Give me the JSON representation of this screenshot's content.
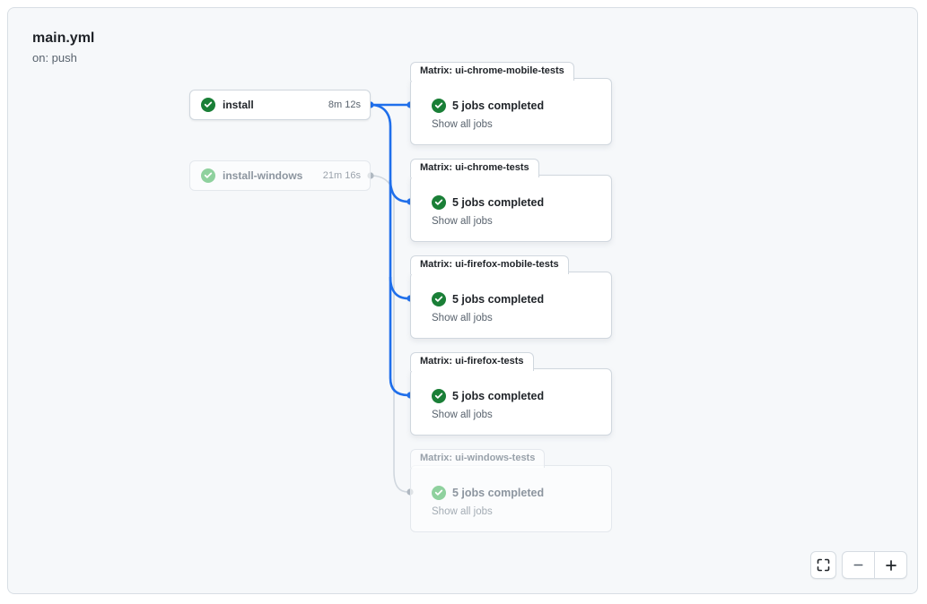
{
  "header": {
    "title": "main.yml",
    "trigger": "on: push"
  },
  "jobs": [
    {
      "label": "install",
      "duration": "8m 12s",
      "status": "success",
      "faded": false
    },
    {
      "label": "install-windows",
      "duration": "21m 16s",
      "status": "success",
      "faded": true
    }
  ],
  "matrix_groups": [
    {
      "tab": "Matrix: ui-chrome-mobile-tests",
      "summary": "5 jobs completed",
      "link": "Show all jobs",
      "status": "success",
      "faded": false
    },
    {
      "tab": "Matrix: ui-chrome-tests",
      "summary": "5 jobs completed",
      "link": "Show all jobs",
      "status": "success",
      "faded": false
    },
    {
      "tab": "Matrix: ui-firefox-mobile-tests",
      "summary": "5 jobs completed",
      "link": "Show all jobs",
      "status": "success",
      "faded": false
    },
    {
      "tab": "Matrix: ui-firefox-tests",
      "summary": "5 jobs completed",
      "link": "Show all jobs",
      "status": "success",
      "faded": false
    },
    {
      "tab": "Matrix: ui-windows-tests",
      "summary": "5 jobs completed",
      "link": "Show all jobs",
      "status": "success",
      "faded": true
    }
  ],
  "controls": {
    "fullscreen_icon": "fullscreen-icon",
    "zoom_out_icon": "minus-icon",
    "zoom_in_icon": "plus-icon"
  },
  "colors": {
    "canvas_bg": "#f6f8fa",
    "edge_blue": "#1f6feb",
    "edge_gray": "#d0d7de",
    "dot_gray": "#afb8c1",
    "success_green": "#1a7f37",
    "success_green_faded": "#8fd19e",
    "card_border": "#d0d7de",
    "text_primary": "#1f2328",
    "text_secondary": "#59636e"
  }
}
